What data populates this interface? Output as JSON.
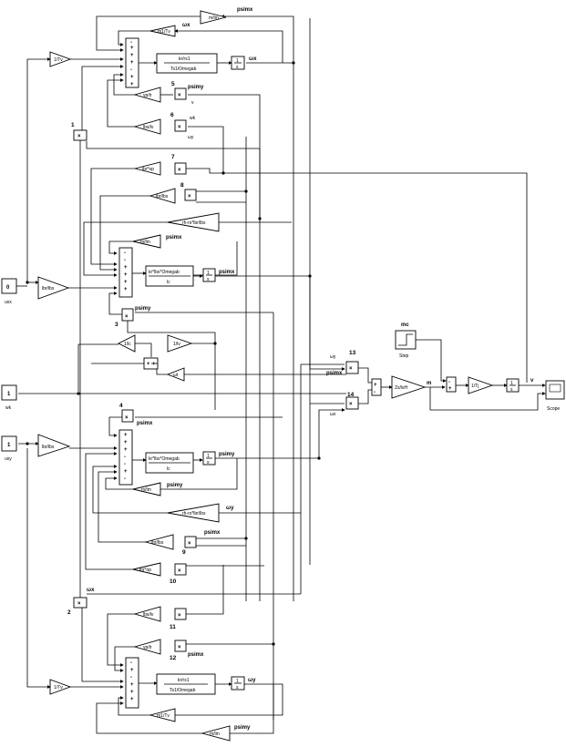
{
  "diagram": {
    "inputs": {
      "uxx": {
        "value": "0",
        "label": "uxx"
      },
      "wk": {
        "value": "1",
        "label": "wk"
      },
      "uxy": {
        "value": "1",
        "label": "uxy"
      }
    },
    "top_section": {
      "gain_in": "1/Tv",
      "gain_top": "m/lm",
      "gain_top_label": "psimx",
      "gain_second": "m1/Tv",
      "gain_second_label": "ωx",
      "tf_num": "kr/rs1",
      "tf_den": "Ts1/Omegab",
      "int_label": "ωx",
      "gain_5": "yp/lr",
      "mult_5_num": "5",
      "mult_5_label": "psimy",
      "mult_6_num": "6",
      "gain_6": "lbs/lv",
      "sig_wk": "wk",
      "sig_omegay": "ωy",
      "mult_1_num": "1",
      "sig_v": "v"
    },
    "middle_upper": {
      "mult_7_num": "7",
      "gain_7": "lbr*op",
      "mult_8_num": "8",
      "gain_8": "lbr/lbs",
      "gain_9": "rh-rs*lbr/lbs",
      "gain_10": "m/lm",
      "gain_10_label": "psimx",
      "gain_11": "lbr/lbs",
      "tf_num": "kr*lbs*Omegab",
      "tf_den": "lc",
      "int_label": "psimx",
      "mult_3_num": "3",
      "mult_3_label": "psimy"
    },
    "center": {
      "gain_a": "1/lc",
      "gain_b": "1/lv",
      "gain_c": "ωt"
    },
    "middle_lower": {
      "mult_4_num": "4",
      "mult_4_label": "psimx",
      "gain_in": "lbr/lbs",
      "tf_num": "kr*lbs*Omegab",
      "tf_den": "lc",
      "int_label": "psimy",
      "gain_a": "m/lm",
      "gain_a_label": "psimy",
      "gain_b": "rh-rs*lbr/lbs",
      "gain_b_label": "ωy",
      "mult_9_num": "9",
      "gain_c": "lbr/lbs",
      "gain_c_label": "psimx",
      "mult_10_num": "10",
      "gain_d": "lbr*op"
    },
    "bottom_section": {
      "mult_2_num": "2",
      "mult_2_label": "ωx",
      "mult_11_num": "11",
      "gain_a": "lbs/lv",
      "mult_12_num": "12",
      "mult_12_label": "psimx",
      "gain_b": "yp/lr",
      "gain_in": "1/Tv",
      "tf_num": "kr/rs1",
      "tf_den": "Ts1/Omegab",
      "int_label": "ωy",
      "gain_c": "m1/Tv",
      "gain_d": "m/lm",
      "gain_d_label": "psimy"
    },
    "right_section": {
      "mult_13_num": "13",
      "mult_13_label": "psimx",
      "mult_14_num": "14",
      "gain_zs": "Zs/lsH",
      "sig_m": "m",
      "step_title": "mc",
      "step_label": "Step",
      "gain_tj": "1/Tj",
      "sig_v": "v",
      "scope_label": "Scope"
    }
  }
}
